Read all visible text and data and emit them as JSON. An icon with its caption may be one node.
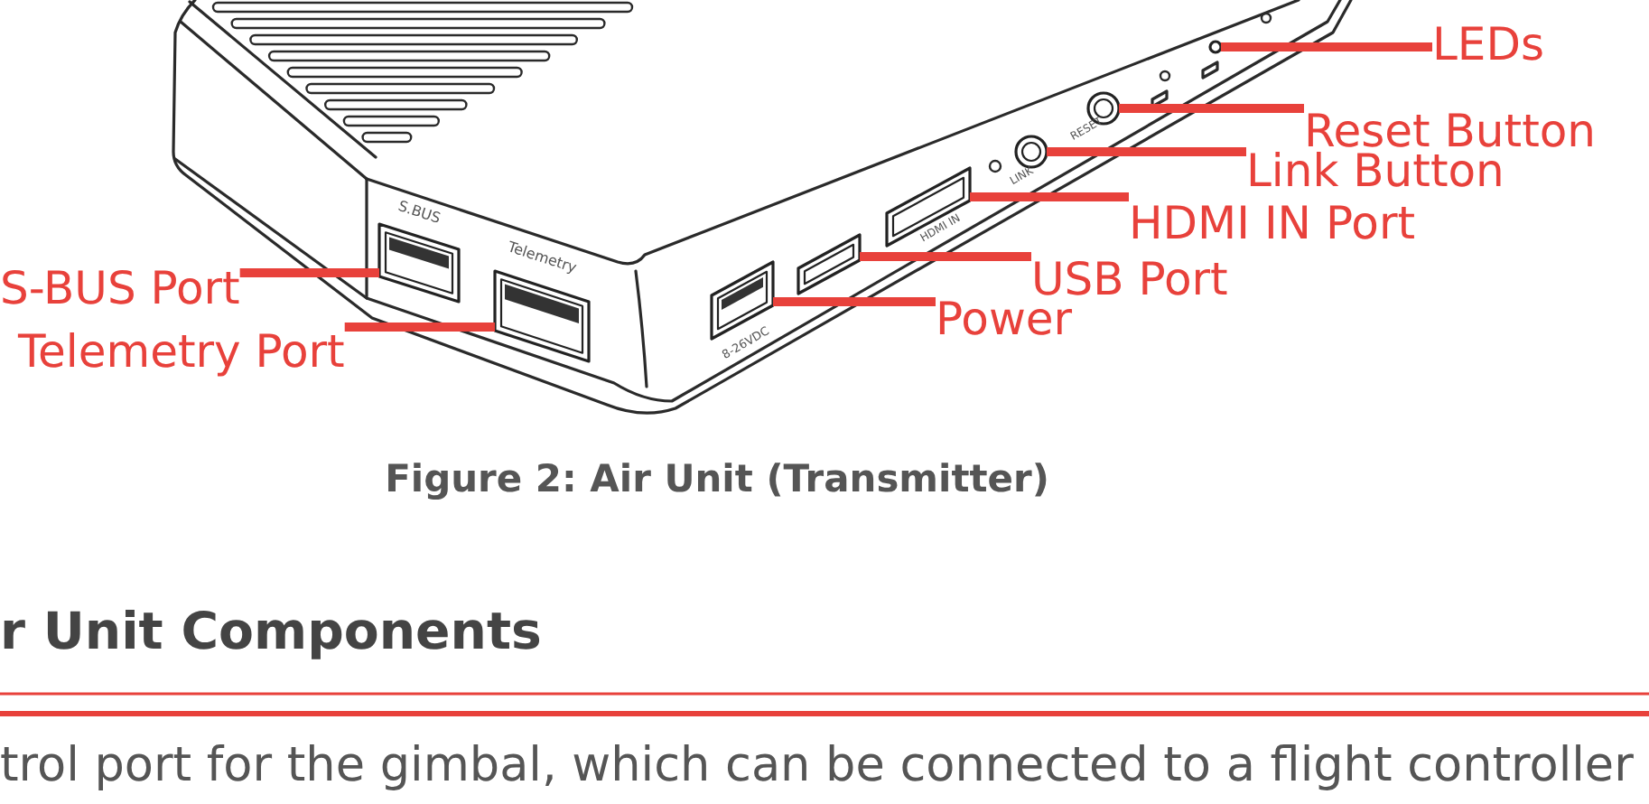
{
  "diagram": {
    "caption": "Figure 2: Air Unit (Transmitter)",
    "nodes": [
      {
        "text": [
          "LEDs"
        ]
      },
      {
        "text": [
          "Reset Button"
        ]
      },
      {
        "text": [
          "Link Button"
        ]
      },
      {
        "text": [
          "HDMI IN Port"
        ]
      },
      {
        "text": [
          "USB Port"
        ]
      },
      {
        "text": [
          "S-BUS Port"
        ]
      },
      {
        "text": [
          "Power"
        ]
      },
      {
        "text": [
          "Telemetry Port"
        ]
      },
      {
        "text": [],
        "shape": "box",
        "beside": [
          "S.BUS"
        ]
      },
      {
        "text": [],
        "shape": "box",
        "beside": [
          "Telemetry"
        ]
      },
      {
        "text": [],
        "shape": "box",
        "beside": [
          "8-26VDC"
        ]
      },
      {
        "text": [],
        "shape": "box"
      },
      {
        "text": [],
        "shape": "box",
        "beside": [
          "HDMI IN"
        ]
      },
      {
        "text": [],
        "shape": "circle",
        "beside": [
          "LINK"
        ]
      },
      {
        "text": [],
        "shape": "circle",
        "beside": [
          "RESET"
        ]
      },
      {
        "text": [],
        "shape": "circle"
      }
    ],
    "edges": [
      {
        "from": 0,
        "to": 15,
        "arrow": "none"
      },
      {
        "from": 1,
        "to": 14,
        "arrow": "none"
      },
      {
        "from": 2,
        "to": 13,
        "arrow": "none"
      },
      {
        "from": 3,
        "to": 12,
        "arrow": "none"
      },
      {
        "from": 4,
        "to": 11,
        "arrow": "none"
      },
      {
        "from": 5,
        "to": 8,
        "arrow": "none"
      },
      {
        "from": 6,
        "to": 10,
        "arrow": "none"
      },
      {
        "from": 7,
        "to": 9,
        "arrow": "none"
      }
    ],
    "labels": [
      "r Unit Components",
      "trol port for the gimbal, which can be connected to a flight controller"
    ]
  }
}
